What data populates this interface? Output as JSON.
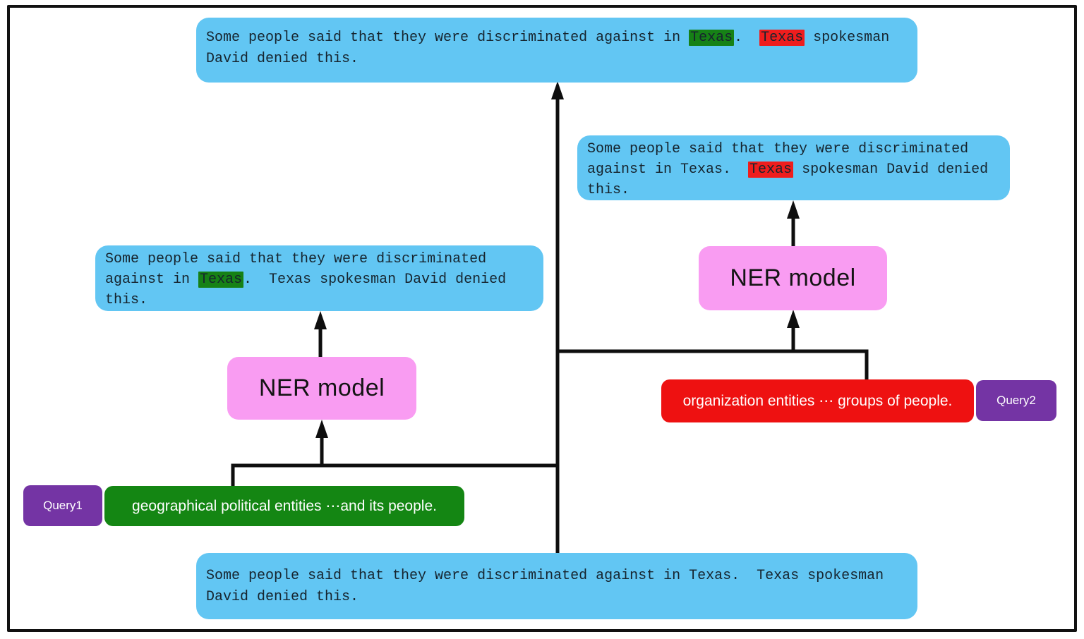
{
  "diagram": {
    "boxes": {
      "top": {
        "description": "output sentence with both entities highlighted",
        "segments": [
          {
            "text": "Some people said that they were discriminated against in "
          },
          {
            "text": "Texas",
            "hl": "green"
          },
          {
            "text": ".  "
          },
          {
            "text": "Texas",
            "hl": "red"
          },
          {
            "text": " spokesman David denied this."
          }
        ]
      },
      "right": {
        "description": "output sentence with organization entity highlighted",
        "segments": [
          {
            "text": "Some people said that they were discriminated against in Texas.  "
          },
          {
            "text": "Texas",
            "hl": "red"
          },
          {
            "text": " spokesman David denied this."
          }
        ]
      },
      "left": {
        "description": "output sentence with geographical entity highlighted",
        "segments": [
          {
            "text": "Some people said that they were discriminated against in "
          },
          {
            "text": "Texas",
            "hl": "green"
          },
          {
            "text": ".  Texas spokesman David denied this."
          }
        ]
      },
      "bottom": {
        "description": "input sentence without highlights",
        "segments": [
          {
            "text": "Some people said that they were discriminated against in Texas.  Texas spokesman David denied this."
          }
        ]
      },
      "ner_left": {
        "label": "NER model"
      },
      "ner_right": {
        "label": "NER model"
      },
      "query1_tag": {
        "label": "Query1"
      },
      "query1_text": {
        "label": "geographical political entities ⋯and its people."
      },
      "query2_tag": {
        "label": "Query2"
      },
      "query2_text": {
        "label": "organization entities ⋯ groups of people."
      }
    },
    "colors": {
      "sentence_box_blue": "#62C6F3",
      "ner_box_pink": "#F99CF2",
      "query_red": "#EE1111",
      "query_green": "#148613",
      "query_tag_purple": "#7434A4",
      "highlight_green": "#168116",
      "highlight_red": "#EF1D1D",
      "connector_black": "#0E0E0E"
    }
  }
}
